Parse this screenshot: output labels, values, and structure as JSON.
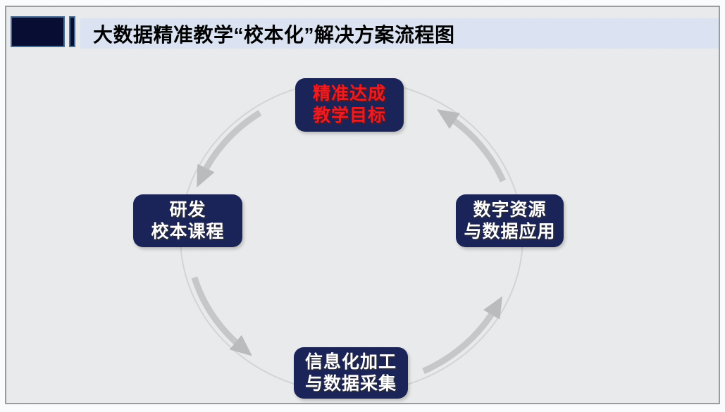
{
  "title": {
    "text": "大数据精准教学“校本化”解决方案流程图"
  },
  "cycle": {
    "type": "cycle-diagram",
    "direction": "counterclockwise",
    "nodes": [
      {
        "id": "precise-teaching-goals",
        "position": "top",
        "lines": [
          "精准达成",
          "教学目标"
        ],
        "text_color": "#ee1b22"
      },
      {
        "id": "digital-resources",
        "position": "right",
        "lines": [
          "数字资源",
          "与数据应用"
        ],
        "text_color": "#ffffff"
      },
      {
        "id": "info-processing",
        "position": "bottom",
        "lines": [
          "信息化加工",
          "与数据采集"
        ],
        "text_color": "#ffffff"
      },
      {
        "id": "curriculum-development",
        "position": "left",
        "lines": [
          "研发",
          "校本课程"
        ],
        "text_color": "#ffffff"
      }
    ]
  },
  "colors": {
    "slide_background": "#ebeced",
    "slide_border": "#9a9da0",
    "title_strip": "#dbe3f2",
    "title_text": "#000000",
    "decoration_fill": "#070d33",
    "decoration_border": "#4a6d94",
    "node_background": "#1b2458",
    "highlight_text": "#ee1b22",
    "node_text": "#ffffff",
    "ring": "#d3d4d5",
    "arrow": "#c6c7c8",
    "arrow_head": "#b9bbbd"
  }
}
